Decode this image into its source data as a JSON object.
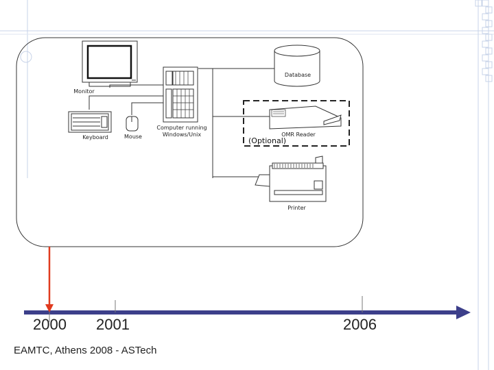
{
  "devices": {
    "monitor": "Monitor",
    "database": "Database",
    "keyboard": "Keyboard",
    "mouse": "Mouse",
    "computer": "Computer running Windows/Unix",
    "computer_line1": "Computer running",
    "computer_line2": "Windows/Unix",
    "omr_reader": "OMR Reader",
    "optional_note": "(Optional)",
    "printer": "Printer"
  },
  "timeline": {
    "years": [
      "2000",
      "2001",
      "2006"
    ],
    "marker_year": "2000",
    "marker_color": "#e03a1e",
    "axis_color": "#3c3f8a"
  },
  "footer": "EAMTC, Athens 2008 - ASTech",
  "colors": {
    "grid": "#c7d3e8",
    "outline": "#333333"
  }
}
